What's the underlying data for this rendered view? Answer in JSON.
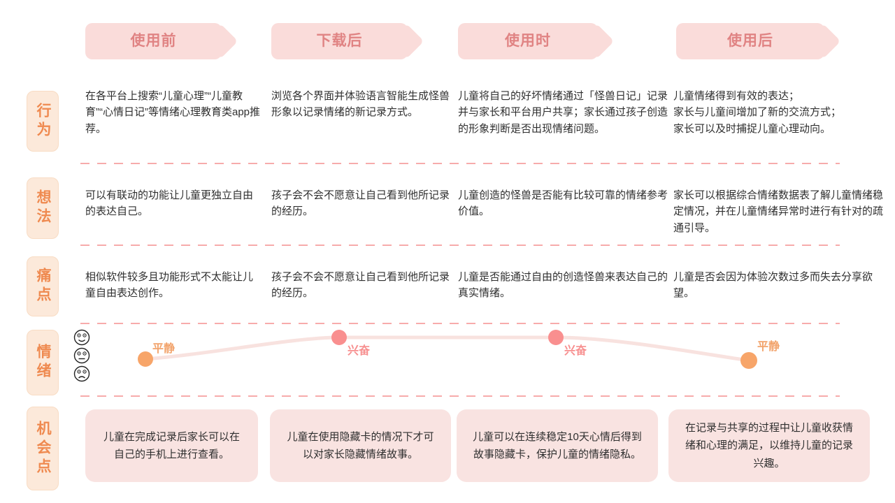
{
  "row_labels": {
    "behavior": "行为",
    "thought": "想法",
    "pain": "痛点",
    "emotion": "情绪",
    "opportunity": "机会点"
  },
  "stages": [
    {
      "label": "使用前",
      "behavior": "在各平台上搜索“儿童心理”“儿童教育”“心情日记”等情绪心理教育类app推荐。",
      "thought": "可以有联动的功能让儿童更独立自由的表达自己。",
      "pain": "相似软件较多且功能形式不太能让儿童自由表达创作。",
      "emotion": {
        "label": "平静",
        "mood": "calm"
      },
      "opportunity": "儿童在完成记录后家长可以在自己的手机上进行查看。"
    },
    {
      "label": "下载后",
      "behavior": "浏览各个界面并体验语言智能生成怪兽形象以记录情绪的新记录方式。",
      "thought": "孩子会不会不愿意让自己看到他所记录的经历。",
      "pain": "孩子会不会不愿意让自己看到他所记录的经历。",
      "emotion": {
        "label": "兴奋",
        "mood": "excited"
      },
      "opportunity": "儿童在使用隐藏卡的情况下才可以对家长隐藏情绪故事。"
    },
    {
      "label": "使用时",
      "behavior": "儿童将自己的好坏情绪通过「怪兽日记」记录并与家长和平台用户共享；家长通过孩子创造的形象判断是否出现情绪问题。",
      "thought": "儿童创造的怪兽是否能有比较可靠的情绪参考价值。",
      "pain": "儿童是否能通过自由的创造怪兽来表达自己的真实情绪。",
      "emotion": {
        "label": "兴奋",
        "mood": "excited"
      },
      "opportunity": "儿童可以在连续稳定10天心情后得到故事隐藏卡，保护儿童的情绪隐私。"
    },
    {
      "label": "使用后",
      "behavior": "儿童情绪得到有效的表达；\n家长与儿童间增加了新的交流方式；\n家长可以及时捕捉儿童心理动向。",
      "thought": "家长可以根据综合情绪数据表了解儿童情绪稳定情况，并在儿童情绪异常时进行有针对的疏通引导。",
      "pain": "儿童是否会因为体验次数过多而失去分享欲望。",
      "emotion": {
        "label": "平静",
        "mood": "calm"
      },
      "opportunity": "在记录与共享的过程中让儿童收获情绪和心理的满足，以维持儿童的记录兴趣。"
    }
  ],
  "emotion_scale_icons": [
    "happy-face",
    "neutral-face",
    "sad-face"
  ],
  "colors": {
    "header_bg": "#fadcda",
    "header_text": "#e08383",
    "row_label_bg": "#fce9da",
    "row_label_text": "#ef8a50",
    "dashed_line": "#f7abab",
    "curve": "#f8e2df",
    "dot_calm": "#f7a569",
    "dot_excited": "#f98f8f",
    "label_calm": "#f2a36b",
    "label_excited": "#f78f8f",
    "opportunity_bg": "#f9e3e1",
    "body_text": "#2f2f2f"
  }
}
